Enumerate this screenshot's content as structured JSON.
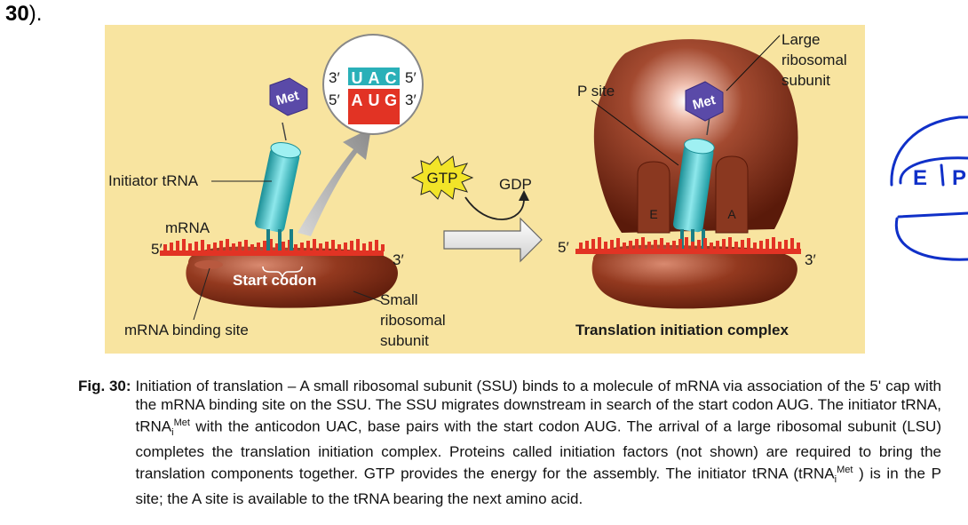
{
  "page": {
    "number": "30",
    "number_suffix": ")."
  },
  "left_panel": {
    "met_label": "Met",
    "initiator_trna_label": "Initiator tRNA",
    "mrna_label": "mRNA",
    "five_prime": "5′",
    "three_prime": "3′",
    "start_codon_label": "Start codon",
    "mrna_binding_site_label": "mRNA binding site",
    "small_subunit_label": [
      "Small",
      "ribosomal",
      "subunit"
    ],
    "inset": {
      "anticodon": [
        "U",
        "A",
        "C"
      ],
      "codon": [
        "A",
        "U",
        "G"
      ],
      "top_left": "3′",
      "top_right": "5′",
      "bottom_left": "5′",
      "bottom_right": "3′"
    }
  },
  "middle": {
    "gtp_label": "GTP",
    "gdp_label": "GDP"
  },
  "right_panel": {
    "p_site_label": "P site",
    "large_subunit_label": [
      "Large",
      "ribosomal",
      "subunit"
    ],
    "met_label": "Met",
    "e_site": "E",
    "a_site": "A",
    "five_prime": "5′",
    "three_prime": "3′",
    "complex_label": "Translation initiation complex"
  },
  "annotation": {
    "e_letter": "E",
    "p_letter": "P"
  },
  "caption": {
    "label": "Fig. 30:",
    "part1": "Initiation of translation – A small ribosomal subunit (SSU) binds to a molecule of mRNA via association of the 5' cap with the mRNA binding site on the SSU.  The SSU migrates downstream in search of the start codon AUG.  The initiator tRNA, tRNA",
    "sub1": "i",
    "sup1": "Met",
    "part2": " with the anticodon UAC, base pairs with the start codon AUG.  The arrival of a large ribosomal subunit (LSU) completes the translation initiation complex. Proteins called initiation factors (not shown) are required to bring the translation components together. GTP provides the energy for the assembly. The initiator tRNA (tRNA",
    "sub2": "i",
    "sup2": "Met",
    "part3": " ) is in the P site; the A site is available to the tRNA bearing the next amino acid."
  },
  "colors": {
    "panel_bg": "#f8e4a0",
    "ribosome": "#7d2c16",
    "ribosome_light": "#c36a52",
    "trna": "#29b8c0",
    "mrna": "#e23324",
    "met": "#5a4aa8",
    "gtp": "#f2e428",
    "annotation_ink": "#1030c8"
  }
}
